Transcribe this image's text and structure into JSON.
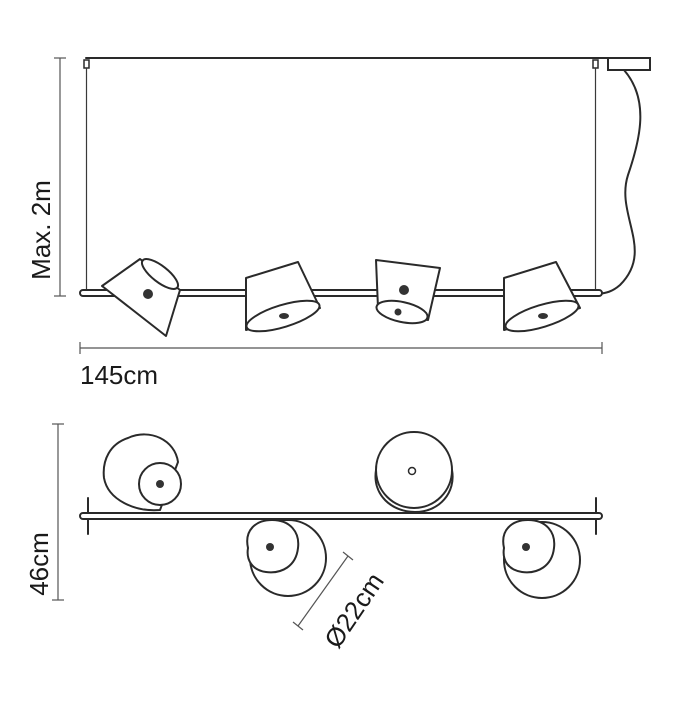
{
  "labels": {
    "drop_height": "Max. 2m",
    "length": "145cm",
    "depth": "46cm",
    "diameter": "Ø22cm"
  },
  "colors": {
    "line": "#2a2a2a",
    "dimension": "#555555",
    "background": "#ffffff"
  }
}
